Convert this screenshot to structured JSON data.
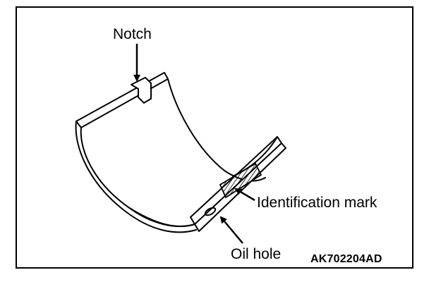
{
  "figure": {
    "labels": {
      "notch": "Notch",
      "identification_mark": "Identification mark",
      "oil_hole": "Oil hole"
    },
    "figure_code": "AK702204AD",
    "colors": {
      "line": "#000000",
      "background": "#ffffff"
    }
  }
}
